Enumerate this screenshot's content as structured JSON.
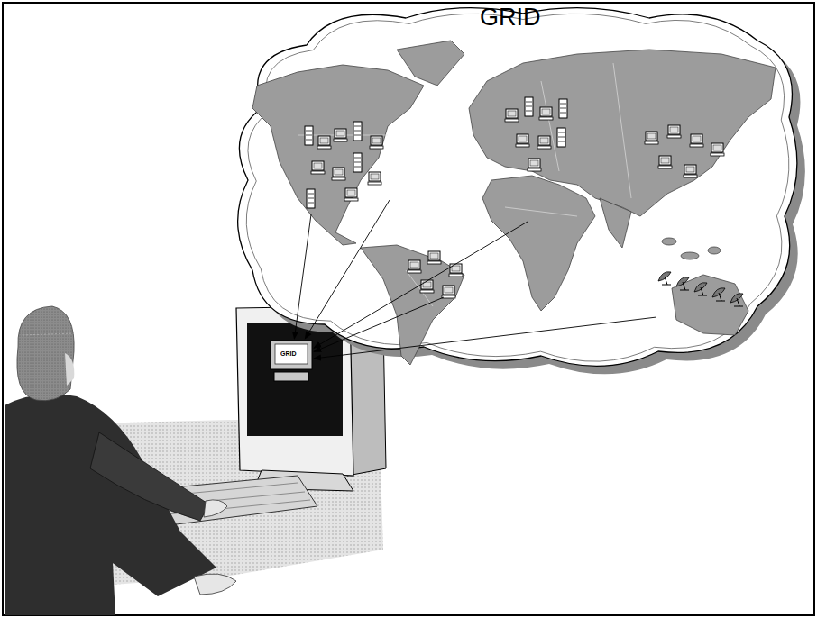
{
  "diagram": {
    "nodes": [
      {
        "text": [
          "GRID"
        ]
      },
      {
        "text": [
          "GRID"
        ]
      }
    ],
    "edges": [
      {
        "from": 0,
        "to": 1,
        "arrow": "to"
      },
      {
        "from": 0,
        "to": 1,
        "arrow": "to"
      },
      {
        "from": 0,
        "to": 1,
        "arrow": "to"
      },
      {
        "from": 0,
        "to": 1,
        "arrow": "to"
      },
      {
        "from": 0,
        "to": 1,
        "arrow": "to"
      }
    ]
  }
}
